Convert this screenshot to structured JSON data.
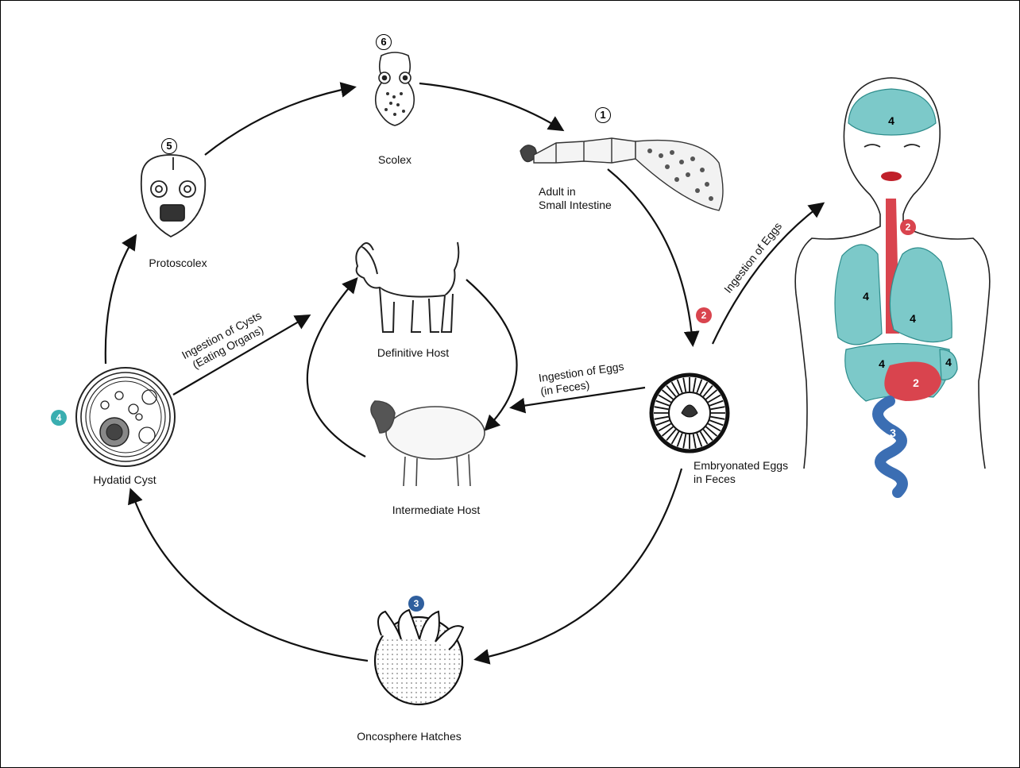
{
  "colors": {
    "red": "#d9444e",
    "teal": "#3aaeb0",
    "blue": "#2f5f9e",
    "organ_fill": "#7cc9c9",
    "esophagus": "#d9444e",
    "intestine": "#3b6eb3"
  },
  "labels": {
    "scolex": "Scolex",
    "adult": [
      "Adult in",
      "Small Intestine"
    ],
    "protoscolex": "Protoscolex",
    "definitive_host": "Definitive Host",
    "intermediate_host": "Intermediate Host",
    "embryonated": [
      "Embryonated Eggs",
      "in Feces"
    ],
    "hydatid": "Hydatid Cyst",
    "oncosphere": "Oncosphere Hatches",
    "ingestion_cysts": [
      "Ingestion of Cysts",
      "(Eating Organs)"
    ],
    "ingestion_eggs_feces": [
      "Ingestion of Eggs",
      "(in Feces)"
    ],
    "ingestion_eggs": "Ingestion of Eggs"
  },
  "stage_numbers": {
    "adult": "1",
    "eggs": "2",
    "oncosphere": "3",
    "cyst": "4",
    "protoscolex": "5",
    "scolex": "6"
  },
  "organ_numbers": {
    "brain": "4",
    "esophagus": "2",
    "lung_left": "4",
    "lung_right": "4",
    "liver": "4",
    "spleen": "4",
    "stomach": "2",
    "intestine": "3"
  }
}
